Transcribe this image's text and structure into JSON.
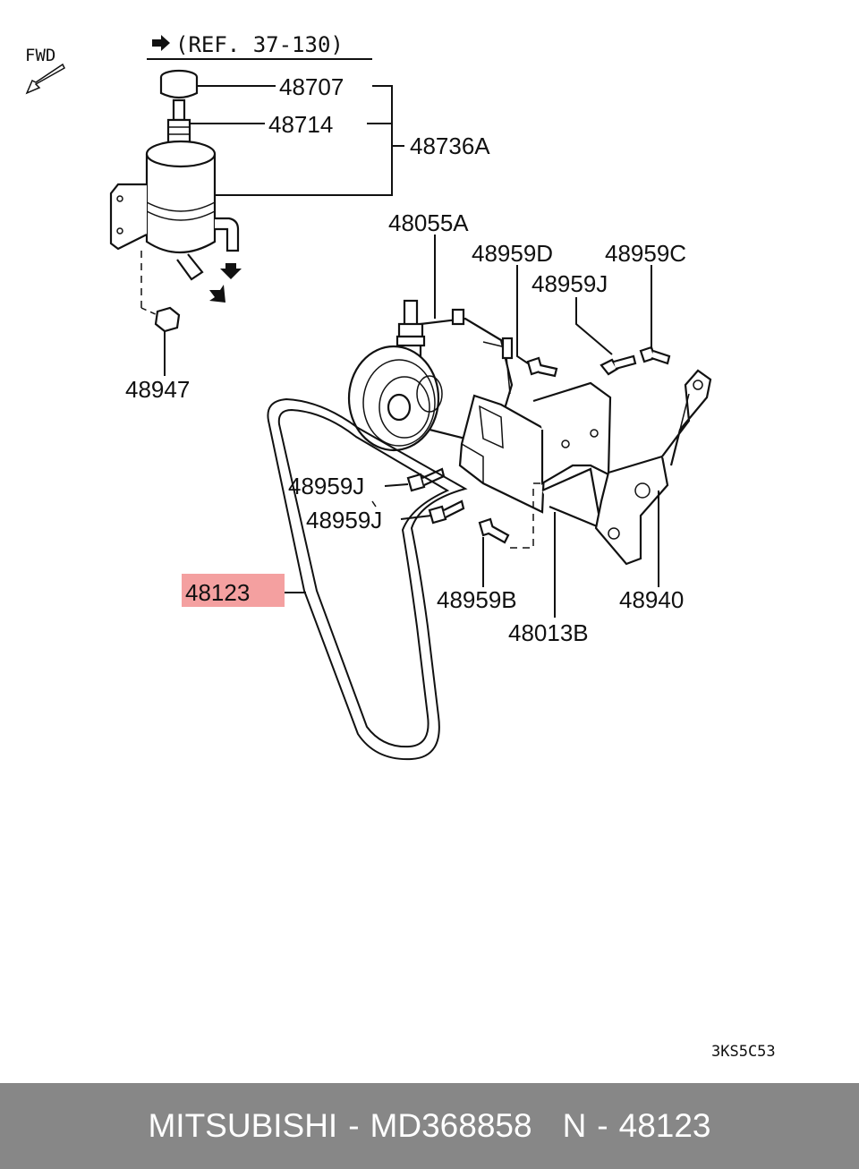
{
  "diagram": {
    "fwd_label": "FWD",
    "ref_label": "(REF. 37-130)",
    "drawing_code": "3KS5C53",
    "highlight_color": "#f4a0a0",
    "labels": {
      "p48707": "48707",
      "p48714": "48714",
      "p48736A": "48736A",
      "p48947": "48947",
      "p48055A": "48055A",
      "p48959D": "48959D",
      "p48959C": "48959C",
      "p48959J_top": "48959J",
      "p48959J_mid": "48959J",
      "p48959J_low": "48959J",
      "p48123": "48123",
      "p48959B": "48959B",
      "p48013B": "48013B",
      "p48940": "48940"
    }
  },
  "footer": {
    "brand": "MITSUBISHI",
    "sep1": "-",
    "part_number": "MD368858",
    "n_label": "N",
    "sep2": "-",
    "ref_number": "48123"
  }
}
